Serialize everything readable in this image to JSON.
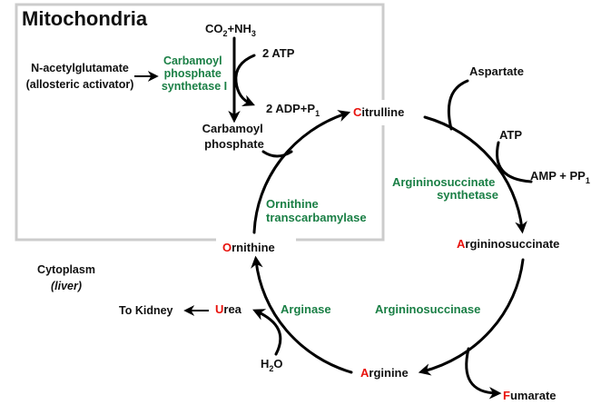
{
  "title": "Mitochondria",
  "compartment_label": "Cytoplasm",
  "compartment_sublabel": "(liver)",
  "inputs": {
    "co2": "CO",
    "co2_sub": "2",
    "nh3": "+NH",
    "nh3_sub": "3",
    "atp2": "2 ATP",
    "adp": "2 ADP+P",
    "adp_sub": "1",
    "activator_line1": "N-acetylglutamate",
    "activator_line2": "(allosteric activator)",
    "carbamoyl_line1": "Carbamoyl",
    "carbamoyl_line2": "phosphate",
    "aspartate": "Aspartate",
    "atp": "ATP",
    "amp": "AMP + PP",
    "amp_sub": "1",
    "h2o": "H",
    "h2o_sub": "2",
    "h2o_o": "O",
    "fumarate_first": "F",
    "fumarate_rest": "umarate",
    "urea_first": "U",
    "urea_rest": "rea",
    "to_kidney": "To Kidney"
  },
  "intermediates": {
    "citrulline_first": "C",
    "citrulline_rest": "itrulline",
    "argininosuccinate_first": "A",
    "argininosuccinate_rest": "rgininosuccinate",
    "arginine_first": "A",
    "arginine_rest": "rginine",
    "ornithine_first": "O",
    "ornithine_rest": "rnithine"
  },
  "enzymes": {
    "cps1_line1": "Carbamoyl",
    "cps1_line2": "phosphate",
    "cps1_line3": "synthetase I",
    "otc_line1": "Ornithine",
    "otc_line2": "transcarbamylase",
    "ass_line1": "Argininosuccinate",
    "ass_line2": "synthetase",
    "asl": "Argininosuccinase",
    "arginase": "Arginase"
  },
  "colors": {
    "enzyme": "#1a7f45",
    "highlight": "#e8120c",
    "box": "#cccccc"
  }
}
